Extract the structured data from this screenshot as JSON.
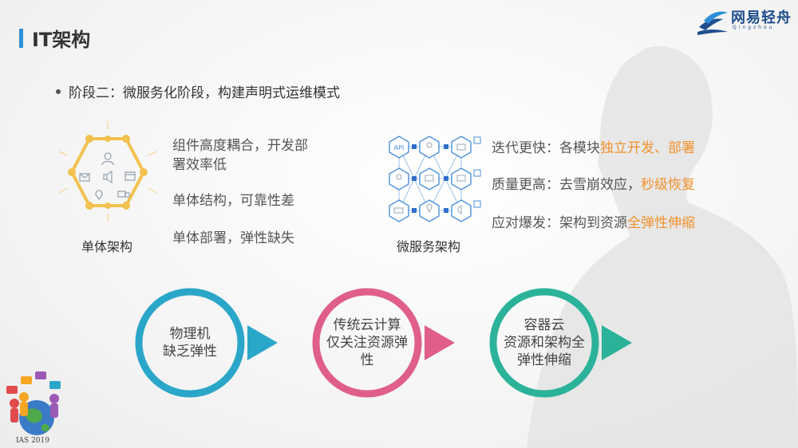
{
  "slide": {
    "title": "IT架构",
    "bullet": "阶段二：微服务化阶段，构建声明式运维模式",
    "logo": {
      "name": "网易轻舟",
      "sub": "Qingzhou"
    },
    "monolith": {
      "caption": "单体架构",
      "points": [
        "组件高度耦合，开发部",
        "署效率低",
        "单体结构，可靠性差",
        "单体部署，弹性缺失"
      ],
      "icons": [
        "user-icon",
        "speaker-icon",
        "browser-icon",
        "mail-icon",
        "location-icon",
        "truck-icon"
      ]
    },
    "microservice": {
      "caption": "微服务架构",
      "points": [
        {
          "prefix": "迭代更快：各模块",
          "highlight": "独立开发、部署",
          "suffix": ""
        },
        {
          "prefix": "质量更高：去雪崩效应，",
          "highlight": "秒级恢复",
          "suffix": ""
        },
        {
          "prefix": "应对爆发：架构到资源",
          "highlight": "全弹性伸缩",
          "suffix": ""
        }
      ],
      "api_label": "API"
    },
    "stages": [
      {
        "lines": [
          "物理机",
          "缺乏弹性"
        ],
        "color": "#2aa6c9"
      },
      {
        "lines": [
          "传统云计算",
          "仅关注资源弹",
          "性"
        ],
        "color": "#df5e8c"
      },
      {
        "lines": [
          "容器云",
          "资源和架构全",
          "弹性伸缩"
        ],
        "color": "#2bb39a"
      }
    ],
    "event_badge": "IAS 2019",
    "colors": {
      "accent": "#2f8fd8",
      "highlight": "#f0922b",
      "hex_gold": "#f2c14e",
      "hex_blue": "#4a90d9"
    }
  }
}
